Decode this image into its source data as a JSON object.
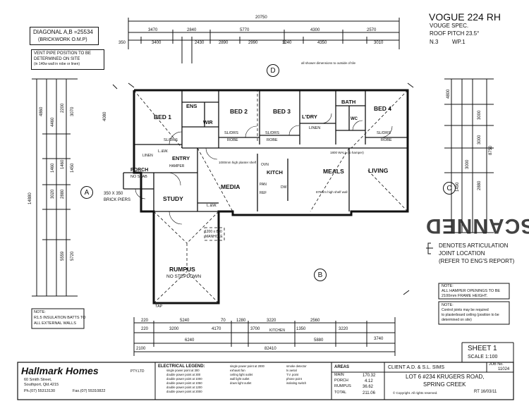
{
  "header": {
    "title": "VOGUE 224 RH",
    "spec": "VOUGE SPEC.",
    "roof_pitch": "ROOF PITCH 23.5°",
    "wind": "N.3",
    "wp": "WP.1"
  },
  "notes": {
    "diagonal": "DIAGONAL A,B =25534",
    "diagonal_sub": "(BRICKWORK O.M.P)",
    "vent_pipe_1": "VENT PIPE POSITION TO BE",
    "vent_pipe_2": "DETERMINED ON SITE",
    "vent_pipe_3": "(in 140w wall in robe or linen)",
    "brick_piers": "350 X 350",
    "brick_piers_2": "BRICK PIERS",
    "insulation_1": "NOTE:",
    "insulation_2": "R1.5 INSULATION BATTS TO",
    "insulation_3": "ALL EXTERNAL WALLS",
    "articulation_1": "DENOTES ARTICULATION",
    "articulation_2": "JOINT LOCATION",
    "articulation_3": "(REFER TO ENG'S REPORT)",
    "hamper_1": "NOTE:",
    "hamper_2": "ALL HAMPER OPENINGS TO BE",
    "hamper_3": "2100mm FRAME HEIGHT.",
    "control_1": "NOTE:",
    "control_2": "Control joints may be required",
    "control_3": "to plasterboard ceiling (position to be",
    "control_4": "determined on site)",
    "dim_note": "all shower dimensions to outside of tile",
    "manhole": "1200 x 800",
    "manhole_2": "MANHOLE",
    "media_note": "1000mm high planter shelf",
    "kitch_note": "876mm high shelf wall",
    "frame_note": "1800 WALL (to hamper)",
    "tap": "TAP",
    "kitchen_sink": "KITCHEN",
    "scanned": "SCANNED"
  },
  "rooms": {
    "bed1": "BED 1",
    "ens": "ENS",
    "wir": "WIR",
    "bed2": "BED 2",
    "bed3": "BED 3",
    "ldry": "L'DRY",
    "linen": "LINEN",
    "bath": "BATH",
    "wc": "WC",
    "bed4": "BED 4",
    "robe": "ROBE",
    "sldrs": "SL/DRS",
    "entry": "ENTRY",
    "porch": "PORCH",
    "no_slab": "NO SLAB",
    "media": "MEDIA",
    "kitch": "KITCH",
    "meals": "MEALS",
    "living": "LIVING",
    "study": "STUDY",
    "lw": "L.&W.",
    "rumpus": "RUMPUS",
    "no_stepdown": "NO STEPDOWN",
    "pantry": "PAN",
    "ref": "REF",
    "ovn": "OVN",
    "dw": "DW",
    "hamper": "HAMPER",
    "l_over": "LINEN"
  },
  "markers": {
    "A": "A",
    "B": "B",
    "C": "C",
    "D": "D"
  },
  "dimensions": {
    "overall_width": "20750",
    "overall_depth": "14880",
    "top_row": [
      "3470",
      "2840",
      "5770",
      "4300",
      "2570"
    ],
    "top_row2": [
      "350",
      "3400",
      "2430",
      "2890",
      "2990",
      "1240",
      "4350",
      "3010"
    ],
    "bottom_total": "82410",
    "bottom_row": [
      "220",
      "5240",
      "70",
      "1280",
      "3220",
      "2560",
      "3740"
    ],
    "bottom_row2": [
      "220",
      "3200",
      "4170",
      "3700",
      "1350",
      "3220"
    ],
    "bottom_small": [
      "2100",
      "6240",
      "5880"
    ],
    "left_col": [
      "4860",
      "2200",
      "3070",
      "2880",
      "1460",
      "5559",
      "5720"
    ],
    "left_col2": [
      "4460",
      "1460",
      "1450",
      "3020",
      "4080"
    ],
    "right_col": [
      "4800",
      "3000",
      "3000",
      "3000",
      "8750",
      "2880",
      "1490"
    ]
  },
  "sheet": {
    "label": "SHEET 1",
    "scale": "SCALE 1:100"
  },
  "title_block": {
    "company": "Hallmark Homes",
    "pty": "PTY.LTD",
    "address_1": "60 Smith Street,",
    "address_2": "Southport, Qld.4215",
    "phone": "Ph.(07) 55313130",
    "fax": "Fax.(07) 55310822",
    "legend_title": "ELECTRICAL LEGEND:",
    "legend_items": [
      "single power point at 300",
      "double power point at 300",
      "double power point at 1000",
      "double power point at 1050",
      "double power point at 1200",
      "double power point at 2000",
      "single power point at 2000",
      "exhaust fan",
      "ceiling light outlet",
      "wall light outlet",
      "down light outlet",
      "smoke detector",
      "tv aerial",
      "T.V. point",
      "phone point",
      "isolating switch"
    ],
    "areas_title": "AREAS",
    "areas": [
      {
        "label": "MAIN",
        "value": "170.32"
      },
      {
        "label": "PORCH",
        "value": "4.12"
      },
      {
        "label": "RUMPUS",
        "value": "36.62"
      },
      {
        "label": "TOTAL",
        "value": "211.06"
      }
    ],
    "client": "CLIENT A.D. & S.L. SIMS",
    "job_label": "JOB No.",
    "job_no": "11024",
    "lot": "LOT 6 #234 KRUGERS ROAD,",
    "suburb": "SPRING CREEK",
    "copyright": "© Copyright. All rights reserved.",
    "rt": "RT 16/03/11"
  }
}
